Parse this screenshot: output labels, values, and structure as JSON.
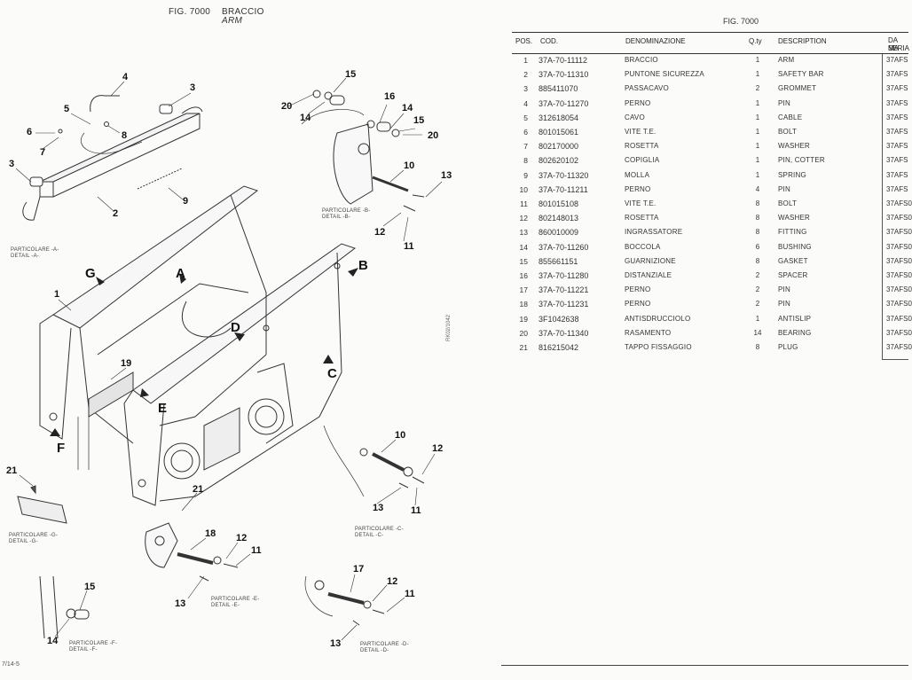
{
  "diagram": {
    "fig_code": "FIG. 7000",
    "title_it": "BRACCIO",
    "title_en": "ARM",
    "side_code": "RK02/1042",
    "page_number": "7/14-5",
    "details": {
      "a": [
        "PARTICOLARE -A-",
        "DETAIL -A-"
      ],
      "b": [
        "PARTICOLARE -B-",
        "DETAIL -B-"
      ],
      "c": [
        "PARTICOLARE -C-",
        "DETAIL -C-"
      ],
      "d": [
        "PARTICOLARE -D-",
        "DETAIL -D-"
      ],
      "e": [
        "PARTICOLARE -E-",
        "DETAIL -E-"
      ],
      "f": [
        "PARTICOLARE -F-",
        "DETAIL -F-"
      ],
      "g": [
        "PARTICOLARE -G-",
        "DETAIL -G-"
      ]
    },
    "letters": {
      "A": "A",
      "B": "B",
      "C": "C",
      "D": "D",
      "E": "E",
      "F": "F",
      "G": "G"
    },
    "callouts": {
      "n1": "1",
      "n2": "2",
      "n3a": "3",
      "n3b": "3",
      "n4": "4",
      "n5": "5",
      "n6": "6",
      "n7": "7",
      "n8": "8",
      "n9": "9",
      "b10": "10",
      "b11": "11",
      "b12": "12",
      "b13": "13",
      "b14a": "14",
      "b14b": "14",
      "b15a": "15",
      "b15b": "15",
      "b16": "16",
      "b20a": "20",
      "b20b": "20",
      "n19": "19",
      "g21": "21",
      "e21": "21",
      "c10": "10",
      "c11": "11",
      "c12": "12",
      "c13": "13",
      "e18": "18",
      "e12": "12",
      "e11": "11",
      "e13": "13",
      "f15": "15",
      "f14": "14",
      "d17": "17",
      "d12": "12",
      "d11": "11",
      "d13": "13"
    }
  },
  "table": {
    "fig_code": "FIG. 7000",
    "headers": {
      "pos": "POS.",
      "code": "COD.",
      "name": "DENOMINAZIONE",
      "qty": "Q.ty",
      "desc": "DESCRIPTION",
      "serial_1": "DA MA",
      "serial_2": "SERIA"
    },
    "rows": [
      {
        "pos": "1",
        "code": "37A-70-11112",
        "name": "BRACCIO",
        "qty": "1",
        "desc": "ARM",
        "serial": "37AFS"
      },
      {
        "pos": "2",
        "code": "37A-70-11310",
        "name": "PUNTONE SICUREZZA",
        "qty": "1",
        "desc": "SAFETY BAR",
        "serial": "37AFS"
      },
      {
        "pos": "3",
        "code": "885411070",
        "name": "PASSACAVO",
        "qty": "2",
        "desc": "GROMMET",
        "serial": "37AFS"
      },
      {
        "pos": "4",
        "code": "37A-70-11270",
        "name": "PERNO",
        "qty": "1",
        "desc": "PIN",
        "serial": "37AFS"
      },
      {
        "pos": "5",
        "code": "312618054",
        "name": "CAVO",
        "qty": "1",
        "desc": "CABLE",
        "serial": "37AFS"
      },
      {
        "pos": "6",
        "code": "801015061",
        "name": "VITE T.E.",
        "qty": "1",
        "desc": "BOLT",
        "serial": "37AFS"
      },
      {
        "pos": "7",
        "code": "802170000",
        "name": "ROSETTA",
        "qty": "1",
        "desc": "WASHER",
        "serial": "37AFS"
      },
      {
        "pos": "8",
        "code": "802620102",
        "name": "COPIGLIA",
        "qty": "1",
        "desc": "PIN, COTTER",
        "serial": "37AFS"
      },
      {
        "pos": "9",
        "code": "37A-70-11320",
        "name": "MOLLA",
        "qty": "1",
        "desc": "SPRING",
        "serial": "37AFS"
      },
      {
        "pos": "10",
        "code": "37A-70-11211",
        "name": "PERNO",
        "qty": "4",
        "desc": "PIN",
        "serial": "37AFS"
      },
      {
        "pos": "11",
        "code": "801015108",
        "name": "VITE T.E.",
        "qty": "8",
        "desc": "BOLT",
        "serial": "37AFS0"
      },
      {
        "pos": "12",
        "code": "802148013",
        "name": "ROSETTA",
        "qty": "8",
        "desc": "WASHER",
        "serial": "37AFS0"
      },
      {
        "pos": "13",
        "code": "860010009",
        "name": "INGRASSATORE",
        "qty": "8",
        "desc": "FITTING",
        "serial": "37AFS0"
      },
      {
        "pos": "14",
        "code": "37A-70-11260",
        "name": "BOCCOLA",
        "qty": "6",
        "desc": "BUSHING",
        "serial": "37AFS0"
      },
      {
        "pos": "15",
        "code": "855661151",
        "name": "GUARNIZIONE",
        "qty": "8",
        "desc": "GASKET",
        "serial": "37AFS0"
      },
      {
        "pos": "16",
        "code": "37A-70-11280",
        "name": "DISTANZIALE",
        "qty": "2",
        "desc": "SPACER",
        "serial": "37AFS0"
      },
      {
        "pos": "17",
        "code": "37A-70-11221",
        "name": "PERNO",
        "qty": "2",
        "desc": "PIN",
        "serial": "37AFS0"
      },
      {
        "pos": "18",
        "code": "37A-70-11231",
        "name": "PERNO",
        "qty": "2",
        "desc": "PIN",
        "serial": "37AFS0"
      },
      {
        "pos": "19",
        "code": "3F1042638",
        "name": "ANTISDRUCCIOLO",
        "qty": "1",
        "desc": "ANTISLIP",
        "serial": "37AFS0"
      },
      {
        "pos": "20",
        "code": "37A-70-11340",
        "name": "RASAMENTO",
        "qty": "14",
        "desc": "BEARING",
        "serial": "37AFS0"
      },
      {
        "pos": "21",
        "code": "816215042",
        "name": "TAPPO FISSAGGIO",
        "qty": "8",
        "desc": "PLUG",
        "serial": "37AFS0"
      }
    ]
  }
}
